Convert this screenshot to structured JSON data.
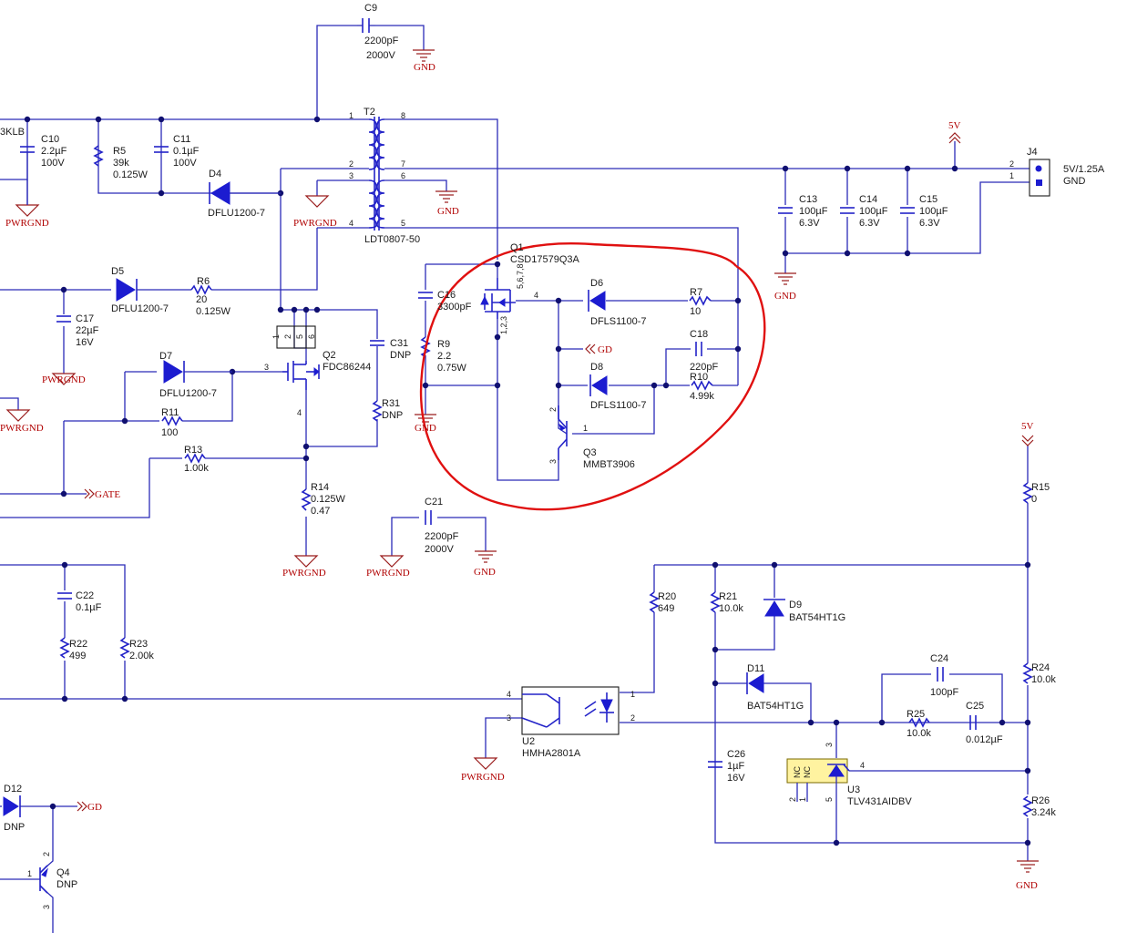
{
  "colors": {
    "wire": "#2b2bb8",
    "component": "#2323c8",
    "ground_symbol": "#9a1c1c",
    "highlight_circle": "#e01010",
    "u3_body": "#fff3a0"
  },
  "parts": [
    {
      "id": "C9",
      "ref": "C9",
      "val": "2200pF",
      "val2": "2000V"
    },
    {
      "id": "T2",
      "ref": "T2",
      "val": "LDT0807-50"
    },
    {
      "id": "C10",
      "ref": "C10",
      "val": "2.2µF",
      "val2": "100V"
    },
    {
      "id": "R5",
      "ref": "R5",
      "val": "39k",
      "val2": "0.125W"
    },
    {
      "id": "C11",
      "ref": "C11",
      "val": "0.1µF",
      "val2": "100V"
    },
    {
      "id": "D4",
      "ref": "D4",
      "val": "DFLU1200-7"
    },
    {
      "id": "D5",
      "ref": "D5",
      "val": "DFLU1200-7"
    },
    {
      "id": "R6",
      "ref": "R6",
      "val": "20",
      "val2": "0.125W"
    },
    {
      "id": "C17",
      "ref": "C17",
      "val": "22µF",
      "val2": "16V"
    },
    {
      "id": "D7",
      "ref": "D7",
      "val": "DFLU1200-7"
    },
    {
      "id": "R11",
      "ref": "R11",
      "val": "100"
    },
    {
      "id": "R13",
      "ref": "R13",
      "val": "1.00k"
    },
    {
      "id": "Q2",
      "ref": "Q2",
      "val": "FDC86244"
    },
    {
      "id": "C31",
      "ref": "C31",
      "val": "DNP"
    },
    {
      "id": "R31",
      "ref": "R31",
      "val": "DNP"
    },
    {
      "id": "R14",
      "ref": "R14",
      "val": "0.125W",
      "val2": "0.47"
    },
    {
      "id": "C16",
      "ref": "C16",
      "val": "3300pF"
    },
    {
      "id": "R9",
      "ref": "R9",
      "val": "2.2",
      "val2": "0.75W"
    },
    {
      "id": "Q1",
      "ref": "Q1",
      "val": "CSD17579Q3A"
    },
    {
      "id": "D6",
      "ref": "D6",
      "val": "DFLS1100-7"
    },
    {
      "id": "R7",
      "ref": "R7",
      "val": "10"
    },
    {
      "id": "C18",
      "ref": "C18",
      "val": "220pF"
    },
    {
      "id": "D8",
      "ref": "D8",
      "val": "DFLS1100-7"
    },
    {
      "id": "R10",
      "ref": "R10",
      "val": "4.99k"
    },
    {
      "id": "Q3",
      "ref": "Q3",
      "val": "MMBT3906"
    },
    {
      "id": "C21",
      "ref": "C21",
      "val": "2200pF",
      "val2": "2000V"
    },
    {
      "id": "C13",
      "ref": "C13",
      "val": "100µF",
      "val2": "6.3V"
    },
    {
      "id": "C14",
      "ref": "C14",
      "val": "100µF",
      "val2": "6.3V"
    },
    {
      "id": "C15",
      "ref": "C15",
      "val": "100µF",
      "val2": "6.3V"
    },
    {
      "id": "J4",
      "ref": "J4",
      "val": "5V/1.25A",
      "val2": "GND"
    },
    {
      "id": "R15",
      "ref": "R15",
      "val": "0"
    },
    {
      "id": "C22",
      "ref": "C22",
      "val": "0.1µF"
    },
    {
      "id": "R22",
      "ref": "R22",
      "val": "499"
    },
    {
      "id": "R23",
      "ref": "R23",
      "val": "2.00k"
    },
    {
      "id": "R20",
      "ref": "R20",
      "val": "649"
    },
    {
      "id": "R21",
      "ref": "R21",
      "val": "10.0k"
    },
    {
      "id": "D9",
      "ref": "D9",
      "val": "BAT54HT1G"
    },
    {
      "id": "D11",
      "ref": "D11",
      "val": "BAT54HT1G"
    },
    {
      "id": "U2",
      "ref": "U2",
      "val": "HMHA2801A"
    },
    {
      "id": "C24",
      "ref": "C24",
      "val": "100pF"
    },
    {
      "id": "R25",
      "ref": "R25",
      "val": "10.0k"
    },
    {
      "id": "C25",
      "ref": "C25",
      "val": "0.012µF"
    },
    {
      "id": "R24",
      "ref": "R24",
      "val": "10.0k"
    },
    {
      "id": "C26",
      "ref": "C26",
      "val": "1µF",
      "val2": "16V"
    },
    {
      "id": "U3",
      "ref": "U3",
      "val": "TLV431AIDBV"
    },
    {
      "id": "R26",
      "ref": "R26",
      "val": "3.24k"
    },
    {
      "id": "D12",
      "ref": "D12",
      "val": "DNP"
    },
    {
      "id": "Q4",
      "ref": "Q4",
      "val": "DNP"
    }
  ],
  "net_labels": {
    "gnd": "GND",
    "pwrgnd": "PWRGND",
    "gate": "GATE",
    "gd": "GD",
    "v5": "5V",
    "edge_partial": "3KLB"
  },
  "pins": {
    "t2": [
      "1",
      "2",
      "3",
      "4",
      "8",
      "7",
      "6",
      "5"
    ],
    "j4": [
      "2",
      "1"
    ],
    "q1_pins": "1,2,3",
    "q1_drain": "5,6,7,8",
    "q1_gate": "4",
    "q2": [
      "1",
      "2",
      "5",
      "6",
      "3",
      "4"
    ],
    "q3": [
      "2",
      "1",
      "3"
    ],
    "u2": [
      "4",
      "3",
      "1",
      "2"
    ],
    "u3": [
      "3",
      "4",
      "2",
      "1",
      "5"
    ],
    "u3_nc": "NC",
    "q4": [
      "2",
      "1",
      "3"
    ]
  }
}
